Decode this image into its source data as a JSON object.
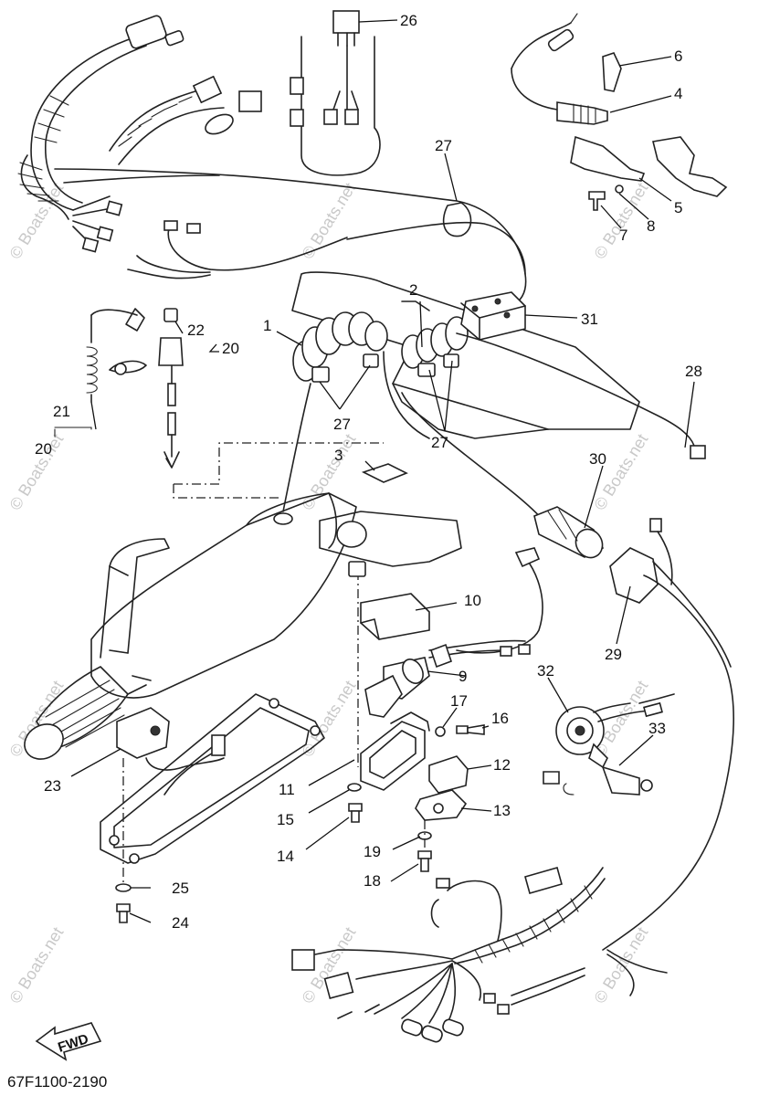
{
  "diagram": {
    "drawing_code": "67F1100-2190",
    "watermark": "© Boats.net",
    "direction_label": "FWD",
    "callouts": [
      {
        "id": "1",
        "label": "1"
      },
      {
        "id": "2",
        "label": "2"
      },
      {
        "id": "3",
        "label": "3"
      },
      {
        "id": "4",
        "label": "4"
      },
      {
        "id": "5",
        "label": "5"
      },
      {
        "id": "6",
        "label": "6"
      },
      {
        "id": "7",
        "label": "7"
      },
      {
        "id": "8",
        "label": "8"
      },
      {
        "id": "9",
        "label": "9"
      },
      {
        "id": "10",
        "label": "10"
      },
      {
        "id": "11",
        "label": "11"
      },
      {
        "id": "12",
        "label": "12"
      },
      {
        "id": "13",
        "label": "13"
      },
      {
        "id": "14",
        "label": "14"
      },
      {
        "id": "15",
        "label": "15"
      },
      {
        "id": "16",
        "label": "16"
      },
      {
        "id": "17",
        "label": "17"
      },
      {
        "id": "18",
        "label": "18"
      },
      {
        "id": "19",
        "label": "19"
      },
      {
        "id": "20a",
        "label": "20"
      },
      {
        "id": "20b",
        "label": "20"
      },
      {
        "id": "21",
        "label": "21"
      },
      {
        "id": "22",
        "label": "22"
      },
      {
        "id": "23",
        "label": "23"
      },
      {
        "id": "24",
        "label": "24"
      },
      {
        "id": "25",
        "label": "25"
      },
      {
        "id": "26",
        "label": "26"
      },
      {
        "id": "27a",
        "label": "27"
      },
      {
        "id": "27b",
        "label": "27"
      },
      {
        "id": "27c",
        "label": "27"
      },
      {
        "id": "28",
        "label": "28"
      },
      {
        "id": "29",
        "label": "29"
      },
      {
        "id": "30",
        "label": "30"
      },
      {
        "id": "31",
        "label": "31"
      },
      {
        "id": "32",
        "label": "32"
      },
      {
        "id": "33",
        "label": "33"
      }
    ]
  }
}
